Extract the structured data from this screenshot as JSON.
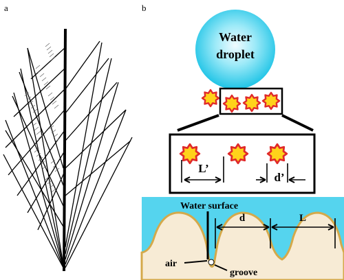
{
  "panel_a": {
    "letter": "a"
  },
  "panel_b": {
    "letter": "b",
    "droplet_line1": "Water",
    "droplet_line2": "droplet",
    "spacing_small_label": "L’",
    "gap_small_label": "d’",
    "water_surface_label": "Water surface",
    "d_label": "d",
    "L_label": "L",
    "air_label": "air",
    "groove_label": "groove"
  },
  "colors": {
    "droplet_core": "#f0fbff",
    "droplet_edge": "#1fc4e6",
    "water": "#55d4ee",
    "surface_fill": "#f7ebd5",
    "surface_edge": "#d4a94a",
    "particle_fill": "#ffd21a",
    "particle_edge": "#e02a2a"
  }
}
